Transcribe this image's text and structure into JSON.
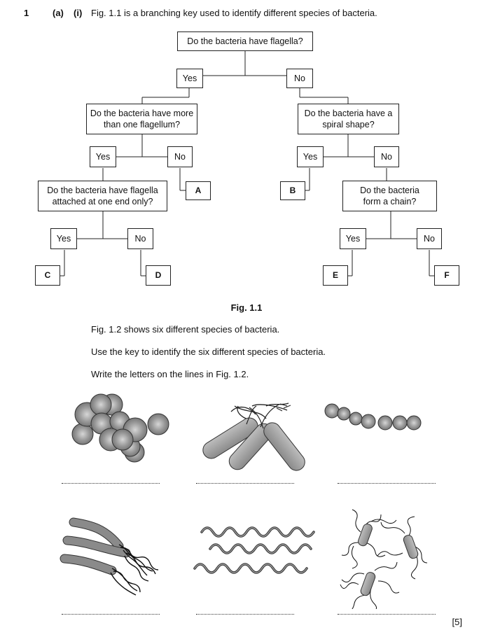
{
  "question": {
    "number": "1",
    "part": "(a)",
    "subpart": "(i)",
    "intro": "Fig. 1.1 is a branching key used to identify different species of bacteria."
  },
  "key": {
    "q1": "Do the bacteria have flagella?",
    "q2": "Do the bacteria have more than one flagellum?",
    "q3": "Do the bacteria have a spiral shape?",
    "q4": "Do the bacteria have flagella attached at one end only?",
    "q5": "Do the bacteria form a chain?",
    "yes": "Yes",
    "no": "No",
    "letters": {
      "a": "A",
      "b": "B",
      "c": "C",
      "d": "D",
      "e": "E",
      "f": "F"
    }
  },
  "fig1_caption": "Fig. 1.1",
  "text": {
    "p1": "Fig. 1.2 shows six different species of bacteria.",
    "p2": "Use the key to identify the six different species of bacteria.",
    "p3": "Write the letters on the lines in Fig. 1.2."
  },
  "marks": "[5]"
}
